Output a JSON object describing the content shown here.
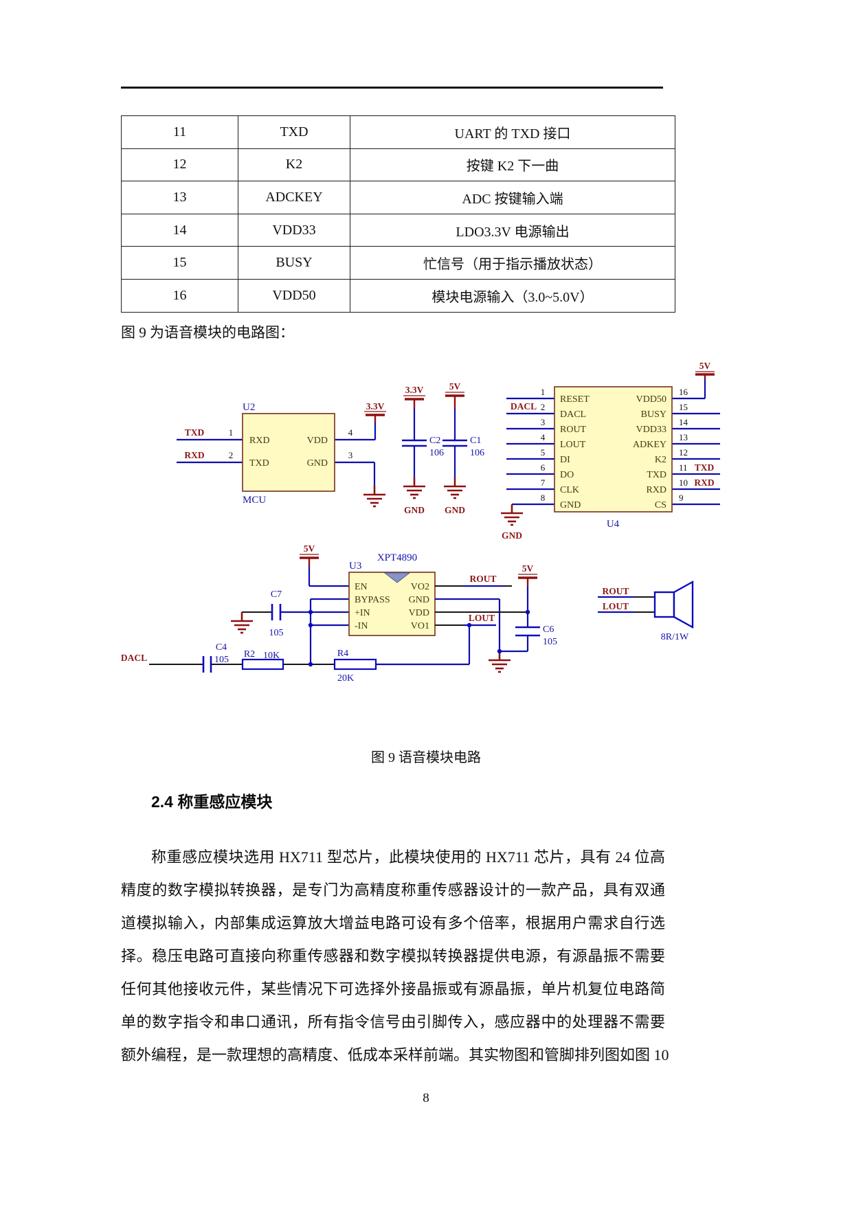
{
  "page": {
    "number": "8"
  },
  "table": {
    "rows": [
      {
        "no": "11",
        "pin": "TXD",
        "desc": "UART 的 TXD 接口"
      },
      {
        "no": "12",
        "pin": "K2",
        "desc": "按键 K2 下一曲"
      },
      {
        "no": "13",
        "pin": "ADCKEY",
        "desc": "ADC 按键输入端"
      },
      {
        "no": "14",
        "pin": "VDD33",
        "desc": "LDO3.3V 电源输出"
      },
      {
        "no": "15",
        "pin": "BUSY",
        "desc": "忙信号（用于指示播放状态）"
      },
      {
        "no": "16",
        "pin": "VDD50",
        "desc": "模块电源输入（3.0~5.0V）"
      }
    ]
  },
  "figure": {
    "intro": "图 9 为语音模块的电路图：",
    "caption": "图 9 语音模块电路"
  },
  "section": {
    "heading": "2.4 称重感应模块"
  },
  "paragraph": {
    "lines": [
      "称重感应模块选用 HX711 型芯片，此模块使用的 HX711 芯片，具有 24 位高",
      "精度的数字模拟转换器，是专门为高精度称重传感器设计的一款产品，具有双通",
      "道模拟输入，内部集成运算放大增益电路可设有多个倍率，根据用户需求自行选",
      "择。稳压电路可直接向称重传感器和数字模拟转换器提供电源，有源晶振不需要",
      "任何其他接收元件，某些情况下可选择外接晶振或有源晶振，单片机复位电路简",
      "单的数字指令和串口通讯，所有指令信号由引脚传入，感应器中的处理器不需要",
      "额外编程，是一款理想的高精度、低成本采样前端。其实物图和管脚排列图如图 10"
    ]
  },
  "schematic": {
    "u2": {
      "ref": "U2",
      "label": "MCU",
      "power": "3.3V",
      "nets": {
        "txd": "TXD",
        "rxd": "RXD"
      },
      "pins": {
        "n1": "1",
        "n2": "2",
        "n3": "3",
        "n4": "4",
        "rxd": "RXD",
        "txd": "TXD",
        "vdd": "VDD",
        "gnd": "GND"
      }
    },
    "c2": {
      "ref": "C2",
      "value": "106",
      "power": "3.3V",
      "gnd": "GND"
    },
    "c1": {
      "ref": "C1",
      "value": "106",
      "power": "5V",
      "gnd": "GND"
    },
    "u4": {
      "ref": "U4",
      "power": "5V",
      "gnd": "GND",
      "net_dacl": "DACL",
      "net_txd": "TXD",
      "net_rxd": "RXD",
      "left": [
        {
          "n": "1",
          "name": "RESET"
        },
        {
          "n": "2",
          "name": "DACL"
        },
        {
          "n": "3",
          "name": "ROUT"
        },
        {
          "n": "4",
          "name": "LOUT"
        },
        {
          "n": "5",
          "name": "DI"
        },
        {
          "n": "6",
          "name": "DO"
        },
        {
          "n": "7",
          "name": "CLK"
        },
        {
          "n": "8",
          "name": "GND"
        }
      ],
      "right": [
        {
          "n": "16",
          "name": "VDD50"
        },
        {
          "n": "15",
          "name": "BUSY"
        },
        {
          "n": "14",
          "name": "VDD33"
        },
        {
          "n": "13",
          "name": "ADKEY"
        },
        {
          "n": "12",
          "name": "K2"
        },
        {
          "n": "11",
          "name": "TXD"
        },
        {
          "n": "10",
          "name": "RXD"
        },
        {
          "n": "9",
          "name": "CS"
        }
      ]
    },
    "amp": {
      "ref": "U3",
      "part": "XPT4890",
      "power": "5V",
      "power2": "5V",
      "left": [
        "EN",
        "BYPASS",
        "+IN",
        "-IN"
      ],
      "right": [
        "VO2",
        "GND",
        "VDD",
        "VO1"
      ]
    },
    "c7": {
      "ref": "C7",
      "value": "105"
    },
    "c4": {
      "ref": "C4",
      "value": "105"
    },
    "c6": {
      "ref": "C6",
      "value": "105"
    },
    "r2": {
      "ref": "R2",
      "value": "10K"
    },
    "r4": {
      "ref": "R4",
      "value": "20K"
    },
    "net_dacl": "DACL",
    "net_rout": "ROUT",
    "net_lout": "LOUT",
    "speaker": {
      "rout": "ROUT",
      "lout": "LOUT",
      "spec": "8R/1W"
    }
  },
  "colors": {
    "chip_fill": "#fffac1",
    "chip_border": "#7d3a2c",
    "wire_blue": "#0d0dae",
    "wire_black": "#151515",
    "net_label_red": "#8b1717",
    "ref_label_blue": "#1414aa",
    "power_red": "#8f1010"
  }
}
